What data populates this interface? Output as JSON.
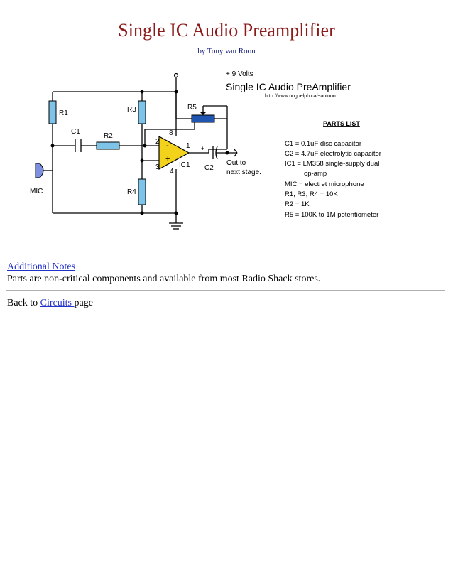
{
  "header": {
    "title": "Single IC Audio Preamplifier",
    "byline": "by Tony van Roon"
  },
  "schematic": {
    "heading": "Single IC Audio PreAmplifier",
    "url": "http://www.uoguelph.ca/~antoon",
    "supply_label": "+ 9 Volts",
    "labels": {
      "r1": "R1",
      "r2": "R2",
      "r3": "R3",
      "r4": "R4",
      "r5": "R5",
      "c1": "C1",
      "c2": "C2",
      "ic1": "IC1",
      "mic": "MIC",
      "pin2": "2",
      "pin3": "3",
      "pin8": "8",
      "pin1": "1",
      "pin4": "4",
      "minus": "-",
      "plus": "+",
      "cap_plus": "+",
      "out_line1": "Out to",
      "out_line2": "next stage."
    },
    "parts_list_title": "PARTS LIST",
    "parts": [
      "C1 = 0.1uF disc capacitor",
      "C2 = 4.7uF electrolytic capacitor",
      "IC1 = LM358 single-supply dual",
      "op-amp",
      "MIC = electret microphone",
      "R1, R3, R4 = 10K",
      "R2 = 1K",
      "R5 = 100K to 1M potentiometer"
    ],
    "colors": {
      "resistor_fill": "#7ec4e8",
      "opamp_fill": "#f2d21a",
      "mic_fill": "#7d8fe0",
      "pot_fill": "#1f55b0"
    }
  },
  "notes": {
    "link_label": "Additional Notes",
    "text": "Parts are non-critical components and available from most Radio Shack stores."
  },
  "footer": {
    "prefix": "Back to ",
    "link_label": "Circuits ",
    "suffix": "page"
  }
}
